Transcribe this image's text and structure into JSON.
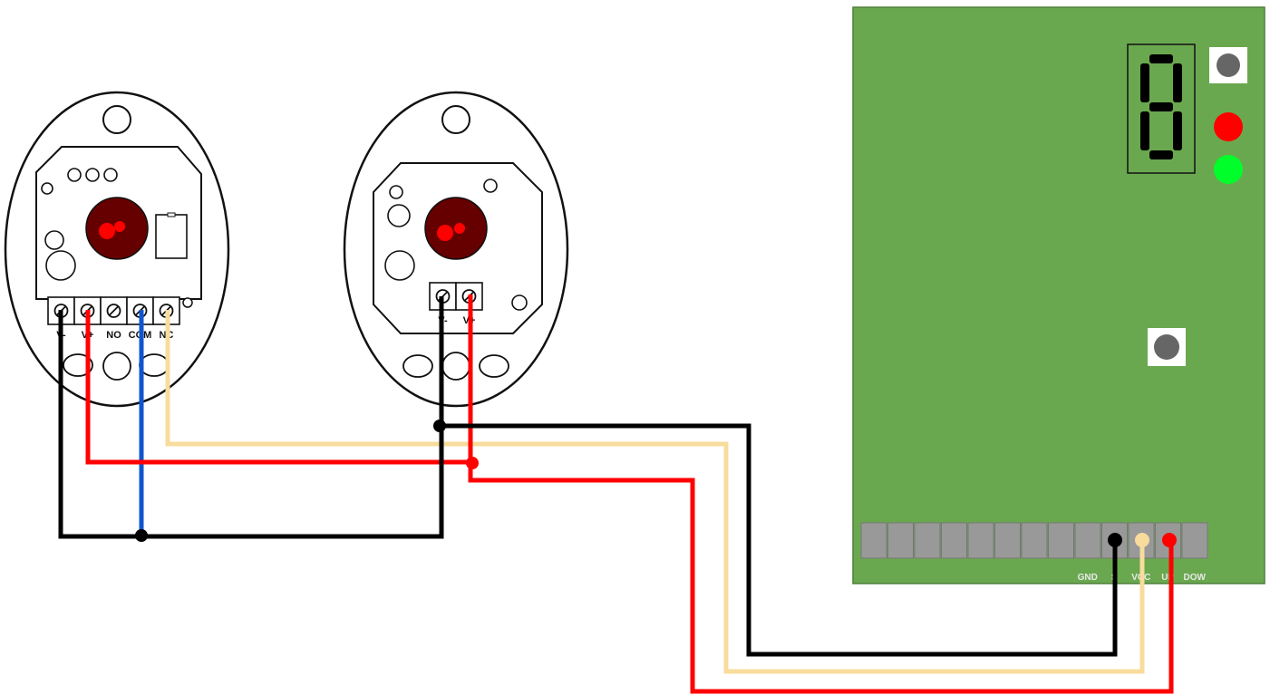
{
  "sensor1": {
    "terminals": [
      "V-",
      "V+",
      "NO",
      "COM",
      "NC"
    ],
    "wire_colors": [
      "#000000",
      "#ff0000",
      null,
      "#1155cc",
      "#f8dc9c"
    ]
  },
  "sensor2": {
    "terminals": [
      "V-",
      "V+"
    ],
    "wire_colors": [
      "#000000",
      "#ff0000"
    ]
  },
  "board": {
    "color": "#6aa84f",
    "seven_segment_digit": "8",
    "led_colors": [
      "#ff0000",
      "#00ff2a"
    ],
    "terminal_labels": [
      "GND",
      "S",
      "VCC",
      "UP",
      "DOW"
    ]
  },
  "colors": {
    "black_wire": "#000000",
    "red_wire": "#ff0000",
    "blue_wire": "#1155cc",
    "tan_wire": "#f8dc9c",
    "lens_outer": "#660000",
    "lens_inner": "#ff0000"
  }
}
